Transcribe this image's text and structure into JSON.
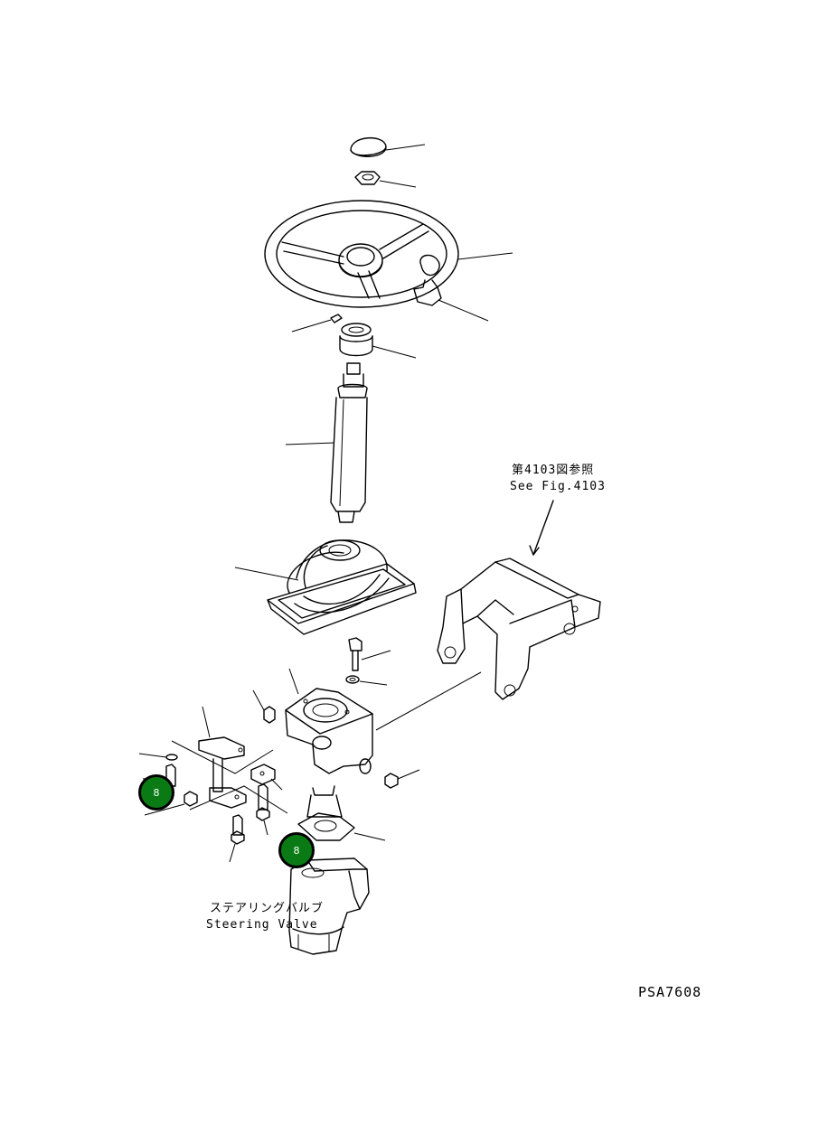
{
  "ref_note": {
    "jp": "第4103図参照",
    "en": "See Fig.4103"
  },
  "component_label": {
    "jp": "ステアリングバルブ",
    "en": "Steering Valve"
  },
  "figure_code": "PSA7608",
  "badges": [
    {
      "id": "badge-left",
      "text": "8",
      "color": "#0a7a14"
    },
    {
      "id": "badge-valve",
      "text": "8",
      "color": "#0a7a14"
    }
  ]
}
